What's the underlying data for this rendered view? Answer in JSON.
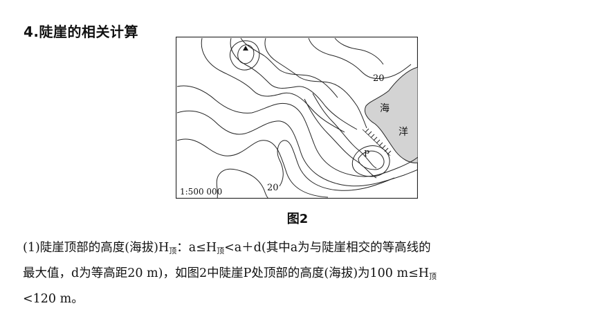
{
  "heading": "4.陡崖的相关计算",
  "figure": {
    "scale": "1:500 000",
    "contour_label_top": "20",
    "contour_label_bottom": "20",
    "point": "P",
    "sea_char1": "海",
    "sea_char2": "洋",
    "caption": "图2"
  },
  "body": {
    "l1_a": "(1)陡崖顶部的高度(海拔)H",
    "l1_sub1": "顶",
    "l1_b": "：a≤H",
    "l1_sub2": "顶",
    "l1_c": "<a＋d(其中a为与陡崖相交的等高线的",
    "l2": "最大值，d为等高距20 m)，如图2中陡崖P处顶部的高度(海拔)为100 m≤H",
    "l2_sub": "顶",
    "l3": "<120 m。"
  }
}
